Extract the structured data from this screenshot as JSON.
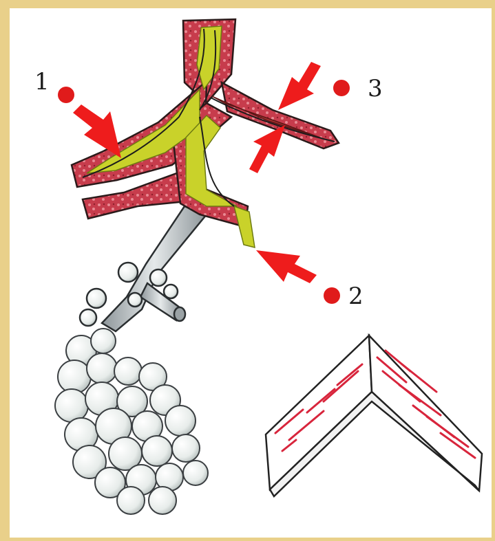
{
  "labels": {
    "one": "1",
    "two": "2",
    "three": "3"
  },
  "colors": {
    "frame": "#e9d08a",
    "marker": "#e01b1b",
    "arrow": "#ee1c1c",
    "airway_wall": "#c83a4a",
    "mucus": "#c9d22a",
    "bronchiole": "#c9ced1",
    "alveoli": "#eef1f0",
    "outline": "#222222"
  },
  "icons": {
    "marker": "red-dot",
    "pointer": "arrow"
  }
}
